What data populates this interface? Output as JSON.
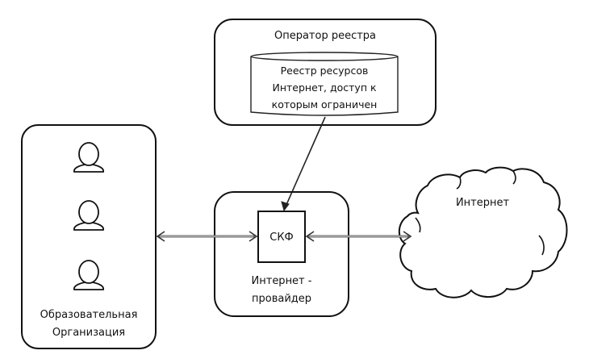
{
  "diagram": {
    "operator": {
      "title": "Оператор реестра",
      "registry": {
        "lines": [
          "Реестр ресурсов",
          "Интернет, доступ к",
          "которым ограничен"
        ]
      }
    },
    "organization": {
      "users": [
        {
          "icon": "user-icon"
        },
        {
          "icon": "user-icon"
        },
        {
          "icon": "user-icon"
        }
      ],
      "label_lines": [
        "Образовательная",
        "Организация"
      ]
    },
    "provider": {
      "filter_label": "СКФ",
      "label_lines": [
        "Интернет -",
        "провайдер"
      ]
    },
    "internet": {
      "label": "Интернет"
    },
    "connections": [
      {
        "from": "registry",
        "to": "filter",
        "type": "one-way"
      },
      {
        "from": "organization",
        "to": "filter",
        "type": "two-way"
      },
      {
        "from": "filter",
        "to": "internet",
        "type": "two-way"
      }
    ]
  }
}
